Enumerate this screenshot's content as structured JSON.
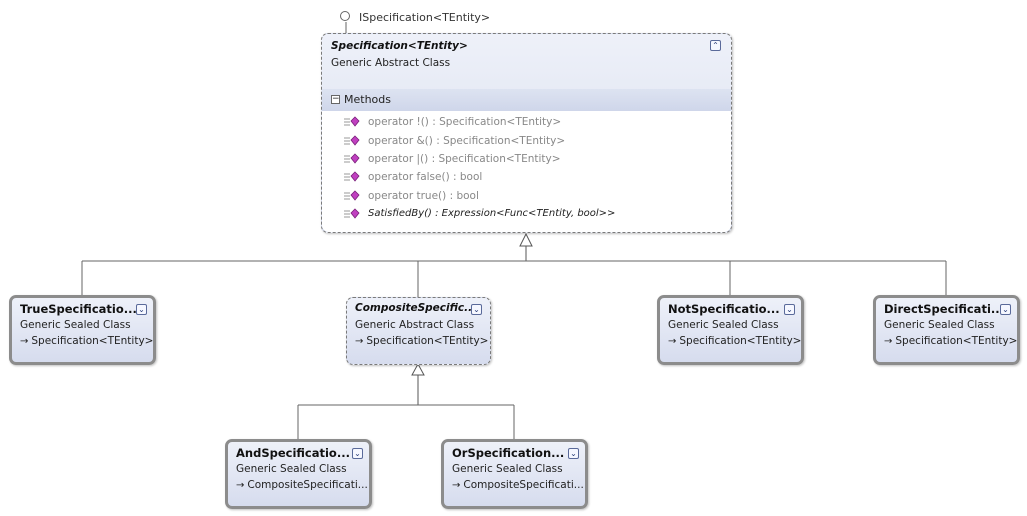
{
  "interface": {
    "name": "ISpecification<TEntity>"
  },
  "main": {
    "title": "Specification<TEntity>",
    "kind": "Generic Abstract Class",
    "section_label": "Methods",
    "toggle_glyph": "⌃",
    "methods": [
      {
        "text": "operator !() : Specification<TEntity>",
        "icon": "method-icon"
      },
      {
        "text": "operator &() : Specification<TEntity>",
        "icon": "method-icon"
      },
      {
        "text": "operator |() : Specification<TEntity>",
        "icon": "method-icon"
      },
      {
        "text": "operator false() : bool",
        "icon": "method-icon"
      },
      {
        "text": "operator true() : bool",
        "icon": "method-icon"
      },
      {
        "text": "SatisfiedBy() : Expression<Func<TEntity, bool>>",
        "icon": "method-icon"
      }
    ]
  },
  "classes": {
    "true_spec": {
      "title": "TrueSpecificatio...",
      "kind": "Generic Sealed Class",
      "base": "Specification<TEntity>"
    },
    "composite": {
      "title": "CompositeSpecific...",
      "kind": "Generic Abstract Class",
      "base": "Specification<TEntity>"
    },
    "not_spec": {
      "title": "NotSpecificatio...",
      "kind": "Generic Sealed Class",
      "base": "Specification<TEntity>"
    },
    "direct_spec": {
      "title": "DirectSpecificati...",
      "kind": "Generic Sealed Class",
      "base": "Specification<TEntity>"
    },
    "and_spec": {
      "title": "AndSpecificatio...",
      "kind": "Generic Sealed Class",
      "base": "CompositeSpecificati..."
    },
    "or_spec": {
      "title": "OrSpecification...",
      "kind": "Generic Sealed Class",
      "base": "CompositeSpecificati..."
    }
  },
  "glyphs": {
    "expand": "⌄",
    "inherit_arrow": "→"
  },
  "colors": {
    "class_gradient_top": "#eef1f9",
    "class_gradient_bottom": "#d6dcee",
    "method_icon": "#c040c0"
  }
}
